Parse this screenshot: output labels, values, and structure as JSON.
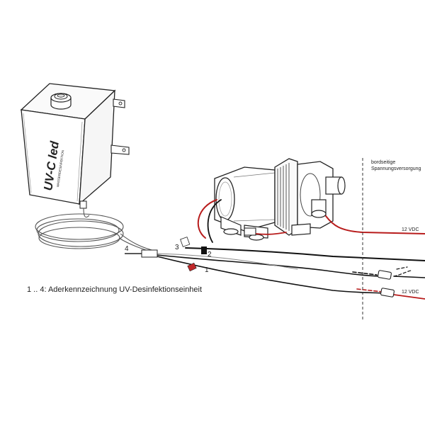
{
  "caption": "1 .. 4: Aderkennzeichnung UV-Desinfektionseinheit",
  "uv_unit": {
    "brand_label": "UV-C led",
    "sub_label": "WASSERDESINFEKTION"
  },
  "supply_section": {
    "title_line1": "bordseitige",
    "title_line2": "Spannungsversorgung",
    "voltage_top": "12 VDC",
    "voltage_bottom": "12 VDC"
  },
  "wire_markers": {
    "m1": "1",
    "m2": "2",
    "m3": "3",
    "m4": "4"
  },
  "colors": {
    "line": "#222222",
    "red_wire": "#b81c1c",
    "black_wire": "#111111",
    "cable_outline": "#555555",
    "light_fill": "#fafafa",
    "marker_red": "#c0282a"
  }
}
